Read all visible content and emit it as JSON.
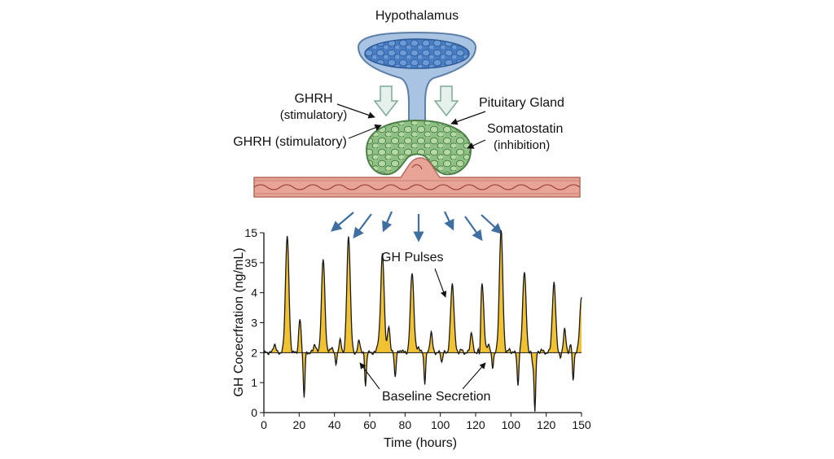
{
  "diagram": {
    "title": "Hypothalamus",
    "labels": {
      "ghrh_1": "GHRH",
      "ghrh_1_sub": "(stimulatory)",
      "ghrh_2": "GHRH (stimulatory)",
      "pituitary": "Pituitary Gland",
      "somatostatin": "Somatostatin",
      "somatostatin_sub": "(inhibition)"
    },
    "colors": {
      "hypothalamus": "#a9c4e2",
      "hypothalamus_core": "#4a7ec4",
      "pituitary": "#a8cf9c",
      "vessel": "#e8a597",
      "arrow": "#3f6ea0",
      "pulse_fill": "#f1c232"
    }
  },
  "chart_data": {
    "type": "line",
    "annotations": [
      "GH Pulses",
      "Baseline Secretion"
    ],
    "xlabel": "Time (hours)",
    "ylabel": "GH Cocecrfration (ng/mL)",
    "xlim": [
      0,
      150
    ],
    "x_ticks": [
      "0",
      "20",
      "40",
      "60",
      "80",
      "100",
      "120",
      "100",
      "120",
      "150"
    ],
    "y_ticks": [
      "0",
      "1",
      "2",
      "3",
      "4",
      "35",
      "15"
    ],
    "baseline": 2,
    "grid": false,
    "pulses": [
      {
        "x": 5,
        "y": 2.3
      },
      {
        "x": 11,
        "y": 5.9
      },
      {
        "x": 17,
        "y": 3.1
      },
      {
        "x": 19,
        "y": 0.5
      },
      {
        "x": 24,
        "y": 2.3
      },
      {
        "x": 28,
        "y": 5.1
      },
      {
        "x": 32,
        "y": 2.2
      },
      {
        "x": 34,
        "y": 1.6
      },
      {
        "x": 36,
        "y": 2.4
      },
      {
        "x": 40,
        "y": 5.9
      },
      {
        "x": 45,
        "y": 2.4
      },
      {
        "x": 48,
        "y": 0.9
      },
      {
        "x": 54,
        "y": 2.3
      },
      {
        "x": 56,
        "y": 5.3
      },
      {
        "x": 59,
        "y": 2.9
      },
      {
        "x": 62,
        "y": 1.2
      },
      {
        "x": 65,
        "y": 2.1
      },
      {
        "x": 70,
        "y": 4.7
      },
      {
        "x": 73,
        "y": 2.2
      },
      {
        "x": 76,
        "y": 1.0
      },
      {
        "x": 79,
        "y": 2.7
      },
      {
        "x": 84,
        "y": 1.7
      },
      {
        "x": 89,
        "y": 4.3
      },
      {
        "x": 93,
        "y": 2.1
      },
      {
        "x": 98,
        "y": 2.7
      },
      {
        "x": 102,
        "y": 1.0
      },
      {
        "x": 103,
        "y": 4.4
      },
      {
        "x": 106,
        "y": 2.3
      },
      {
        "x": 108,
        "y": 1.5
      },
      {
        "x": 112,
        "y": 6.1
      },
      {
        "x": 116,
        "y": 2.1
      },
      {
        "x": 120,
        "y": 0.9
      },
      {
        "x": 123,
        "y": 4.7
      },
      {
        "x": 127,
        "y": 1.6
      },
      {
        "x": 128,
        "y": 0.1
      },
      {
        "x": 131,
        "y": 2.1
      },
      {
        "x": 137,
        "y": 4.3
      },
      {
        "x": 140,
        "y": 1.8
      },
      {
        "x": 142,
        "y": 2.8
      },
      {
        "x": 145,
        "y": 2.3
      },
      {
        "x": 146,
        "y": 1.0
      },
      {
        "x": 150,
        "y": 3.9
      }
    ]
  }
}
